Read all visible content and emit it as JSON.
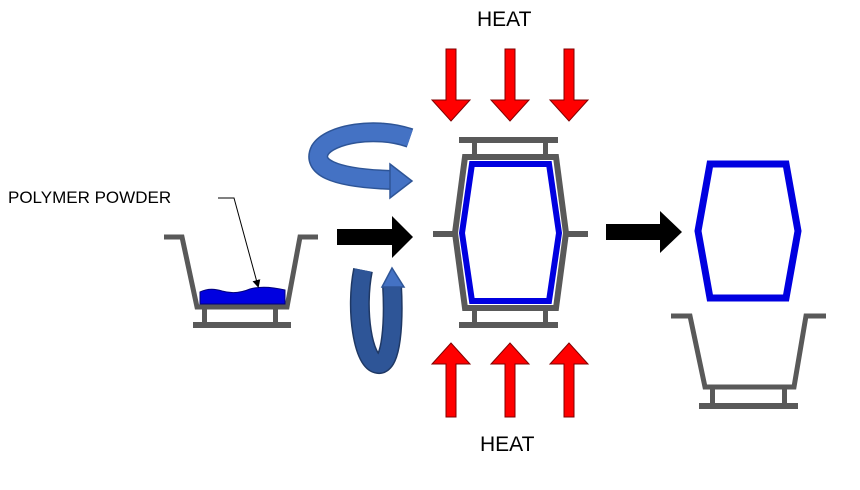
{
  "labels": {
    "heat_top": "HEAT",
    "heat_bottom": "HEAT",
    "polymer_powder": "POLYMER POWDER"
  },
  "colors": {
    "mold_gray": "#595959",
    "powder_blue": "#0000e0",
    "heat_red": "#ff0000",
    "rotation_blue": "#4472c4",
    "rotation_blue_dark": "#2e5597",
    "process_arrow": "#000000",
    "background": "#ffffff"
  },
  "stages": [
    "powder-filled mold",
    "heated rotating mold",
    "demolded part"
  ]
}
